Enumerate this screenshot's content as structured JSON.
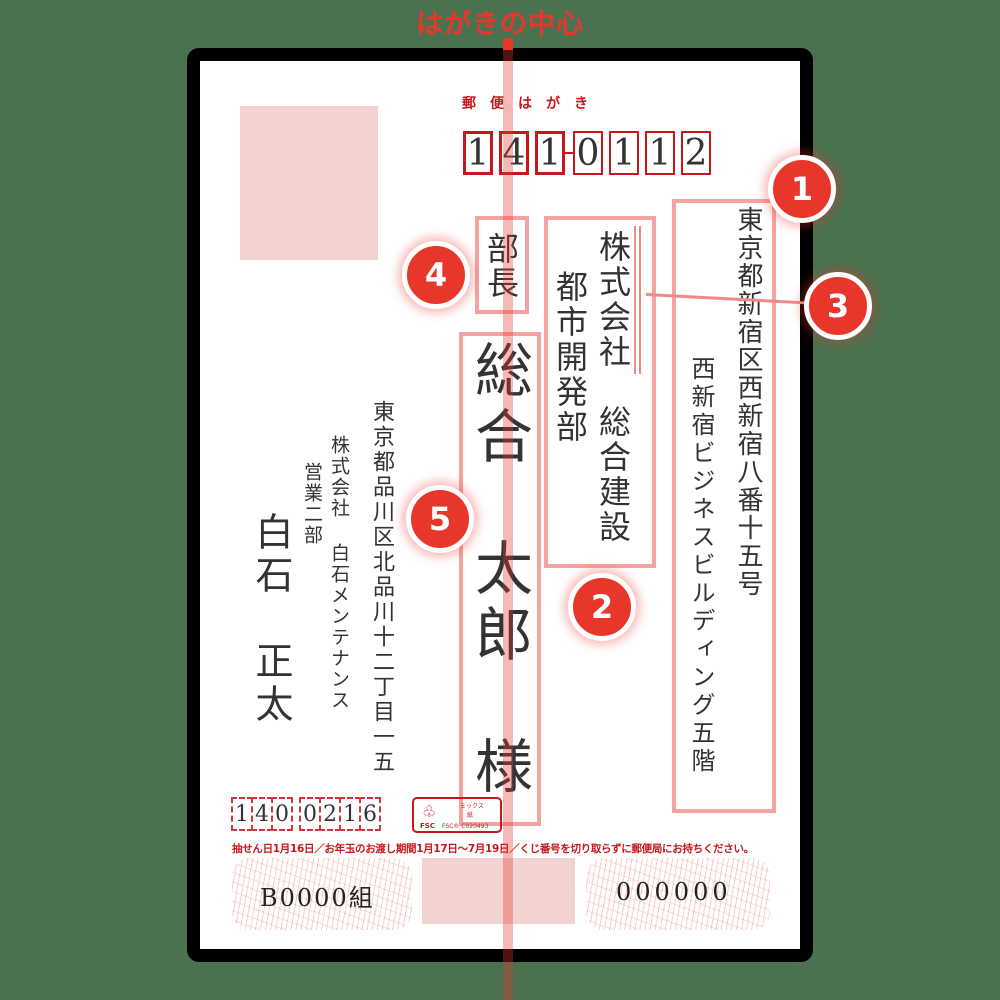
{
  "header": {
    "title": "はがきの中心"
  },
  "postcard": {
    "label": "郵便はがき",
    "recipient_zip": [
      "1",
      "4",
      "1",
      "0",
      "1",
      "1",
      "2"
    ],
    "recipient_address_line1": "東京都新宿区西新宿八番十五号",
    "recipient_address_line2": "西新宿ビジネスビルディング五階",
    "company_name": "株式会社　総合建設",
    "department": "都市開発部",
    "title": "部長",
    "recipient_name": "総合　太郎　様",
    "sender_address": "東京都品川区北品川十二丁目一五",
    "sender_company": "株式会社 白石メンテナンス",
    "sender_department": "営業二部",
    "sender_name": "白石　正太",
    "sender_zip": [
      "1",
      "4",
      "0",
      "0",
      "2",
      "1",
      "6"
    ],
    "fsc": {
      "logo_text": "FSC",
      "mix": "ミックス",
      "paper": "紙",
      "code": "FSC® C020493"
    },
    "lottery_note": "抽せん日1月16日／お年玉のお渡し期間1月17日〜7月19日／くじ番号を切り取らずに郵便局にお持ちください。",
    "lottery_group": "B0000組",
    "lottery_number": "000000"
  },
  "badges": [
    {
      "num": "1",
      "target": "recipient-address"
    },
    {
      "num": "2",
      "target": "company-department"
    },
    {
      "num": "3",
      "target": "company-name-line"
    },
    {
      "num": "4",
      "target": "title"
    },
    {
      "num": "5",
      "target": "recipient-name"
    }
  ],
  "colors": {
    "background": "#4a7250",
    "accent_red": "#e8372a",
    "postal_red": "#c8161d",
    "highlight_pink": "#f4a3a2",
    "stamp_pink": "#f3d3d2"
  }
}
